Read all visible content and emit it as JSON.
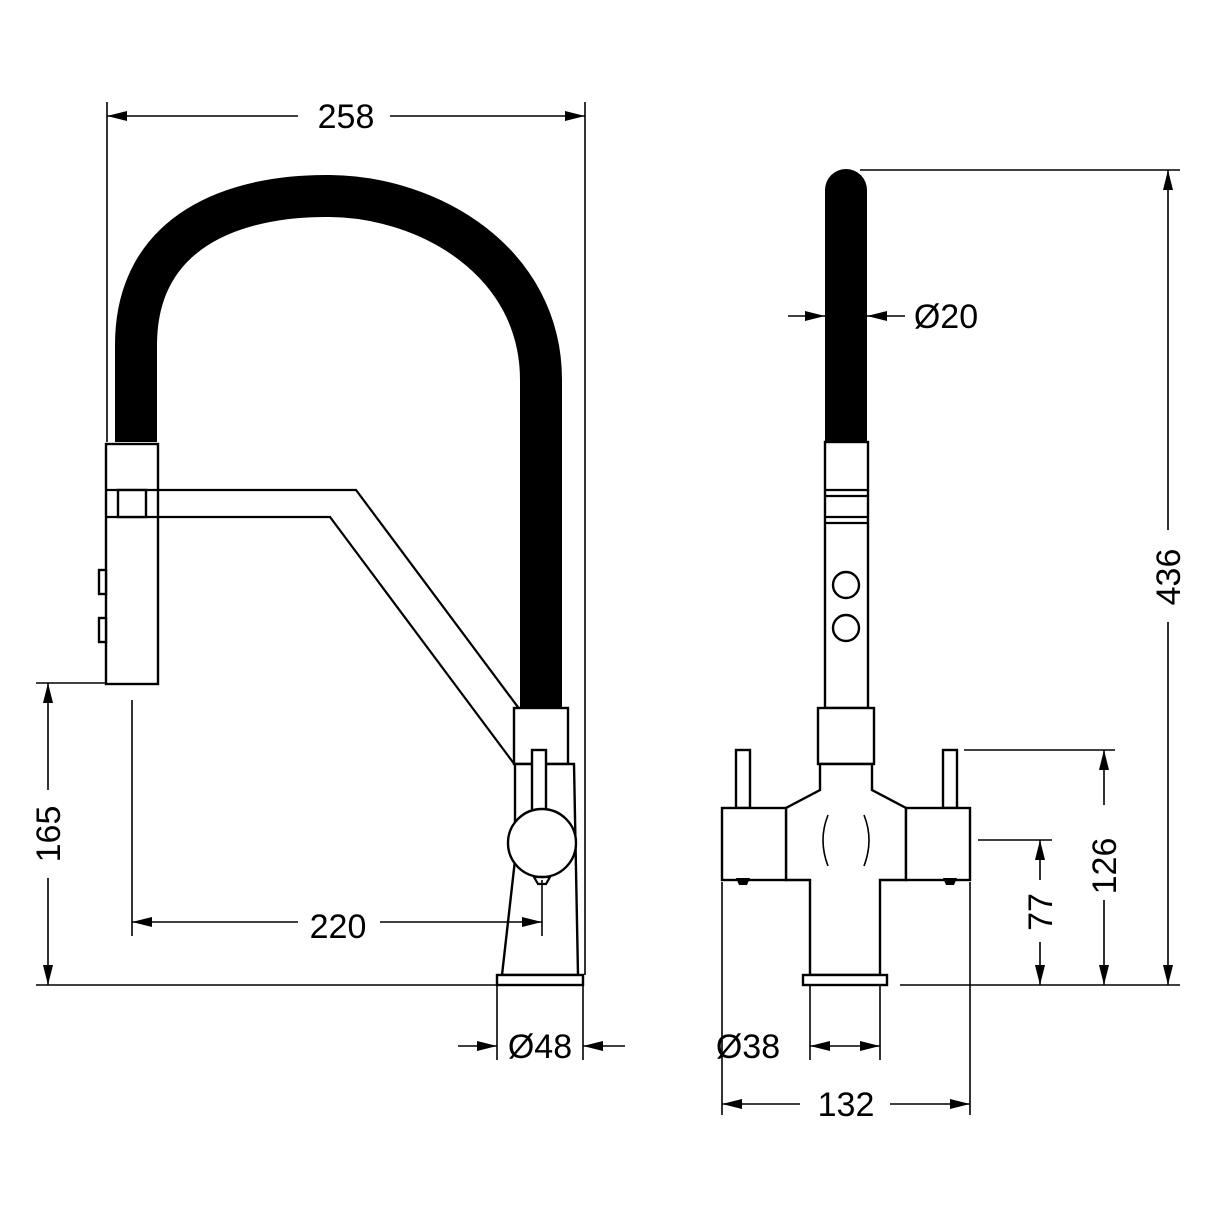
{
  "dimensions": {
    "overall_width": "258",
    "overall_height": "436",
    "hose_diameter": "Ø20",
    "spout_height": "165",
    "spout_reach": "220",
    "base_diameter_side": "Ø48",
    "base_diameter_front": "Ø38",
    "handle_span": "132",
    "handle_height": "126",
    "lever_height": "77"
  }
}
